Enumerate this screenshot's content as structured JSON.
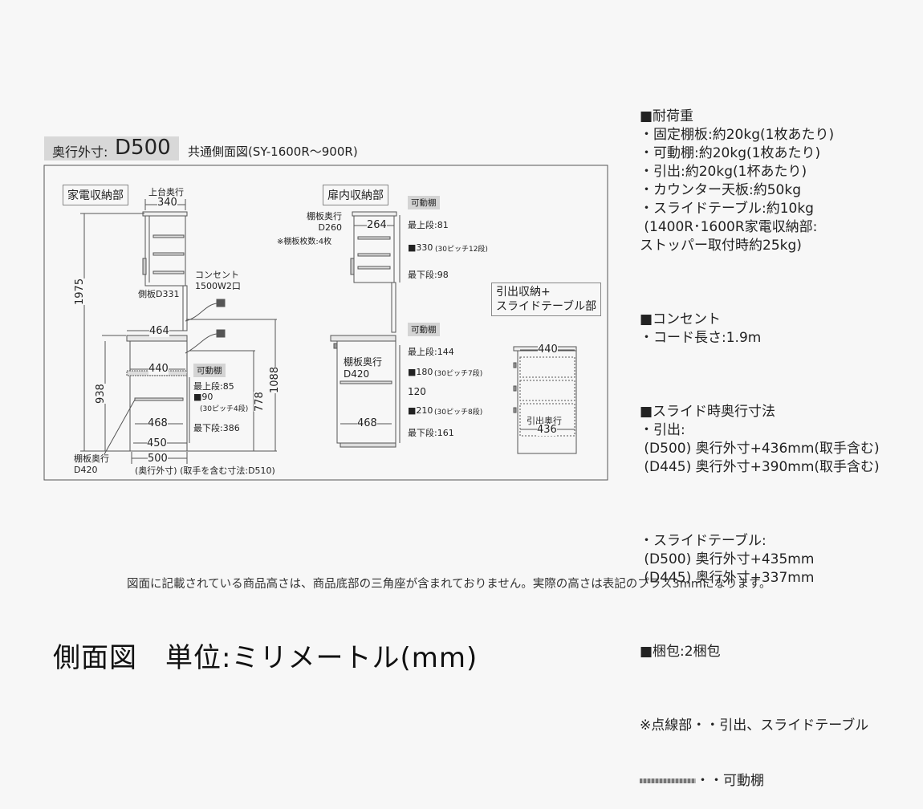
{
  "header": {
    "depth_label": "奥行外寸:",
    "depth_value": "D500",
    "subtitle": "共通側面図(SY-1600R〜900R)"
  },
  "sections": {
    "appliance": "家電収納部",
    "door": "扉内収納部",
    "drawer": "引出収納+\nスライドテーブル部"
  },
  "appliance_labels": {
    "top_depth": "上台奥行",
    "top_depth_val": "340",
    "outlet": "コンセント\n1500W2口",
    "side_panel": "側板D331",
    "height_total": "1975",
    "w464": "464",
    "w440": "440",
    "w468": "468",
    "w450": "450",
    "w500": "500",
    "h938": "938",
    "h778": "778",
    "h1088": "1088",
    "movable_tag": "可動棚",
    "top_row": "最上段:85",
    "pitch": "■90",
    "pitch_note": "(30ピッチ4段)",
    "bottom_row": "最下段:386",
    "shelf_depth": "棚板奥行\nD420",
    "outer_note": "(奥行外寸) (取手を含む寸法:D510)"
  },
  "door_labels": {
    "shelf_depth": "棚板奥行\nD260",
    "shelf_count": "※棚板枚数:4枚",
    "w264": "264",
    "movable_tag_top": "可動棚",
    "top_row_upper": "最上段:81",
    "pitch_upper": "■330",
    "pitch_upper_note": "(30ピッチ12段)",
    "bottom_row_upper": "最下段:98",
    "movable_tag_low": "可動棚",
    "top_row_lower": "最上段:144",
    "pitch_lower_a": "■180",
    "pitch_lower_a_note": "(30ピッチ7段)",
    "h120": "120",
    "pitch_lower_b": "■210",
    "pitch_lower_b_note": "(30ピッチ8段)",
    "bottom_row_lower": "最下段:161",
    "lower_shelf_depth": "棚板奥行\nD420",
    "w468": "468"
  },
  "drawer_labels": {
    "w440": "440",
    "inner_depth": "引出奥行",
    "inner_depth_val": "436"
  },
  "specs": [
    "■耐荷重\n・固定棚板:約20kg(1枚あたり)\n・可動棚:約20kg(1枚あたり)\n・引出:約20kg(1杯あたり)\n・カウンター天板:約50kg\n・スライドテーブル:約10kg\n (1400R･1600R家電収納部:\nストッパー取付時約25kg)",
    "■コンセント\n・コード長さ:1.9m",
    "■スライド時奥行寸法\n・引出:\n (D500) 奥行外寸+436mm(取手含む)\n (D445) 奥行外寸+390mm(取手含む)",
    "・スライドテーブル:\n (D500) 奥行外寸+435mm\n (D445) 奥行外寸+337mm",
    "■梱包:2梱包"
  ],
  "legend": {
    "line1": "※点線部・・引出、スライドテーブル",
    "line2": "・・可動棚"
  },
  "footnote": "図面に記載されている商品高さは、商品底部の三角座が含まれておりません。実際の高さは表記のプラス3mmになります。",
  "page_title": "側面図　単位:ミリメートル(mm)"
}
